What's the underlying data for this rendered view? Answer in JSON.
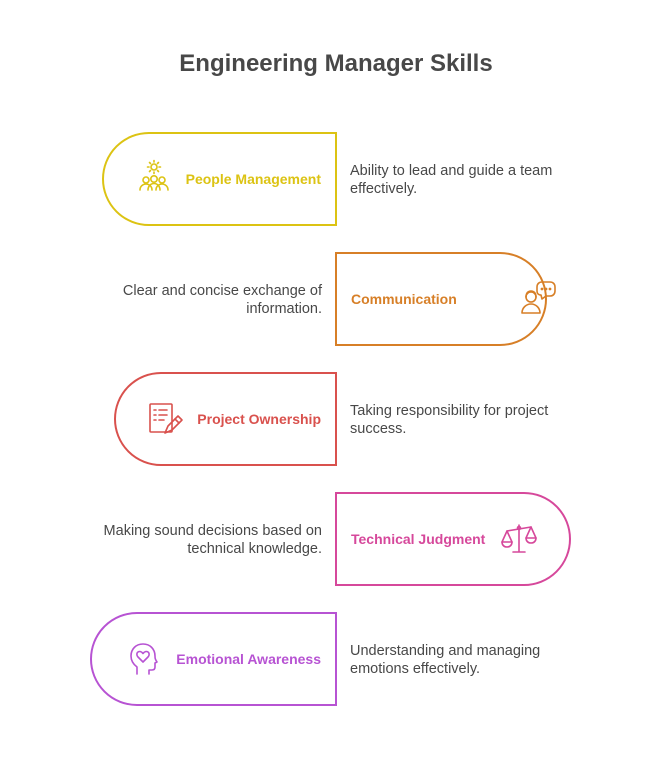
{
  "title": "Engineering Manager Skills",
  "skills": [
    {
      "label": "People Management",
      "description": "Ability to lead and guide a team effectively.",
      "color": "#dcc313",
      "icon": "team-icon"
    },
    {
      "label": "Communication",
      "description": "Clear and concise exchange of information.",
      "color": "#d77f27",
      "icon": "speech-person-icon"
    },
    {
      "label": "Project Ownership",
      "description": "Taking responsibility for project success.",
      "color": "#d9514d",
      "icon": "document-pen-icon"
    },
    {
      "label": "Technical Judgment",
      "description": "Making sound decisions based on technical knowledge.",
      "color": "#d6489b",
      "icon": "balance-scale-icon"
    },
    {
      "label": "Emotional Awareness",
      "description": "Understanding and managing emotions effectively.",
      "color": "#b753d3",
      "icon": "head-heart-icon"
    }
  ]
}
